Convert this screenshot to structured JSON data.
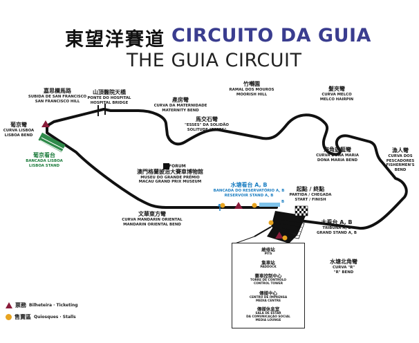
{
  "title": {
    "chinese": "東望洋賽道",
    "portuguese": "CIRCUITO DA GUIA",
    "english": "THE GUIA CIRCUIT"
  },
  "labels": {
    "san_francisco": {
      "cn": "嘉思欄馬路",
      "pt": "SUBIDA DE SAN FRANCISCO",
      "en": "SAN FRANCISCO HILL"
    },
    "hospital_bridge": {
      "cn": "山頂醫院天橋",
      "pt": "PONTE DO HOSPITAL",
      "en": "HOSPITAL BRIDGE"
    },
    "maternity": {
      "cn": "產房彎",
      "pt": "CURVA DA MATERNIDADE",
      "en": "MATERNITY BEND"
    },
    "moorish": {
      "cn": "竹囀園",
      "pt": "RAMAL DOS MOUROS",
      "en": "MOORISH HILL"
    },
    "melco": {
      "cn": "髮夾彎",
      "pt": "CURVA MELCO",
      "en": "MELCO HAIRPIN"
    },
    "lisboa_bend": {
      "cn": "葡京彎",
      "pt": "CURVA LISBOA",
      "en": "LISBOA BEND"
    },
    "solitude": {
      "cn": "馬交石彎",
      "pt": "\"ESSES\" DA SOLIDÃO",
      "en": "SOLITUDE \"ESSES\""
    },
    "dona_maria": {
      "cn": "海角遊艇彎",
      "pt": "CURVA DONA MARIA",
      "en": "DONA MARIA BEND"
    },
    "fishermens": {
      "cn": "漁人彎",
      "pt": "CURVA DOS PESCADORES",
      "en": "FISHERMEN'S BEND"
    },
    "lisboa_stand": {
      "cn": "葡京看台",
      "pt": "BANCADA LISBOA",
      "en": "LISBOA STAND"
    },
    "museum": {
      "forum": "FORUM",
      "cn": "澳門格蘭披治大賽車博物館",
      "pt": "MUSEU DO GRANDE PRÉMIO",
      "en": "MACAU GRAND PRIX MUSEUM"
    },
    "reservoir": {
      "cn": "水塘看台 A, B",
      "pt": "BANCADA DO RESERVATÓRIO A, B",
      "en": "RESERVOIR STAND A, B",
      "a": "A",
      "b": "B"
    },
    "start_finish": {
      "cn": "起點 / 終點",
      "pt": "PARTIDA / CHEGADA",
      "en": "START / FINISH"
    },
    "mandarin": {
      "cn": "文華東方彎",
      "pt": "CURVA MANDARIN ORIENTAL",
      "en": "MANDARIN ORIENTAL BEND"
    },
    "grandstand": {
      "cn": "大看台 A, B",
      "pt": "TRIBUNA A, B",
      "en": "GRAND STAND A, B"
    },
    "r_bend": {
      "cn": "水塘北角彎",
      "pt": "CURVA \"R\"",
      "en": "\"R\" BEND"
    }
  },
  "pits_box": [
    {
      "cn": "維修站",
      "en": "PITS"
    },
    {
      "cn": "集車站",
      "en": "PADDOCK"
    },
    {
      "cn": "賽車控制中心",
      "en": "TORRE DE CONTROLO\nCONTROL TOWER"
    },
    {
      "cn": "傳媒中心",
      "en": "CENTRO DE IMPRENSA\nMEDIA CENTRE"
    },
    {
      "cn": "傳媒休息室",
      "en": "SALA DE ESTAR\nDA COMUNICAÇÃO SOCIAL\nMEDIA LOUNGE"
    }
  ],
  "legend": [
    {
      "icon": "ticket-triangle-icon",
      "cn": "票務",
      "en": "Bilheteira · Ticketing",
      "color": "#8a1c3a"
    },
    {
      "icon": "stall-dot-icon",
      "cn": "售賣區",
      "en": "Quiosques · Stalls",
      "color": "#e8a421"
    }
  ],
  "colors": {
    "track": "#111111",
    "title_blue": "#3a3d8f",
    "lisboa_green": "#1a7a3a",
    "reservoir_blue": "#1b7ec2",
    "ticket_marker": "#8a1c3a",
    "stall_marker": "#e8a421"
  }
}
